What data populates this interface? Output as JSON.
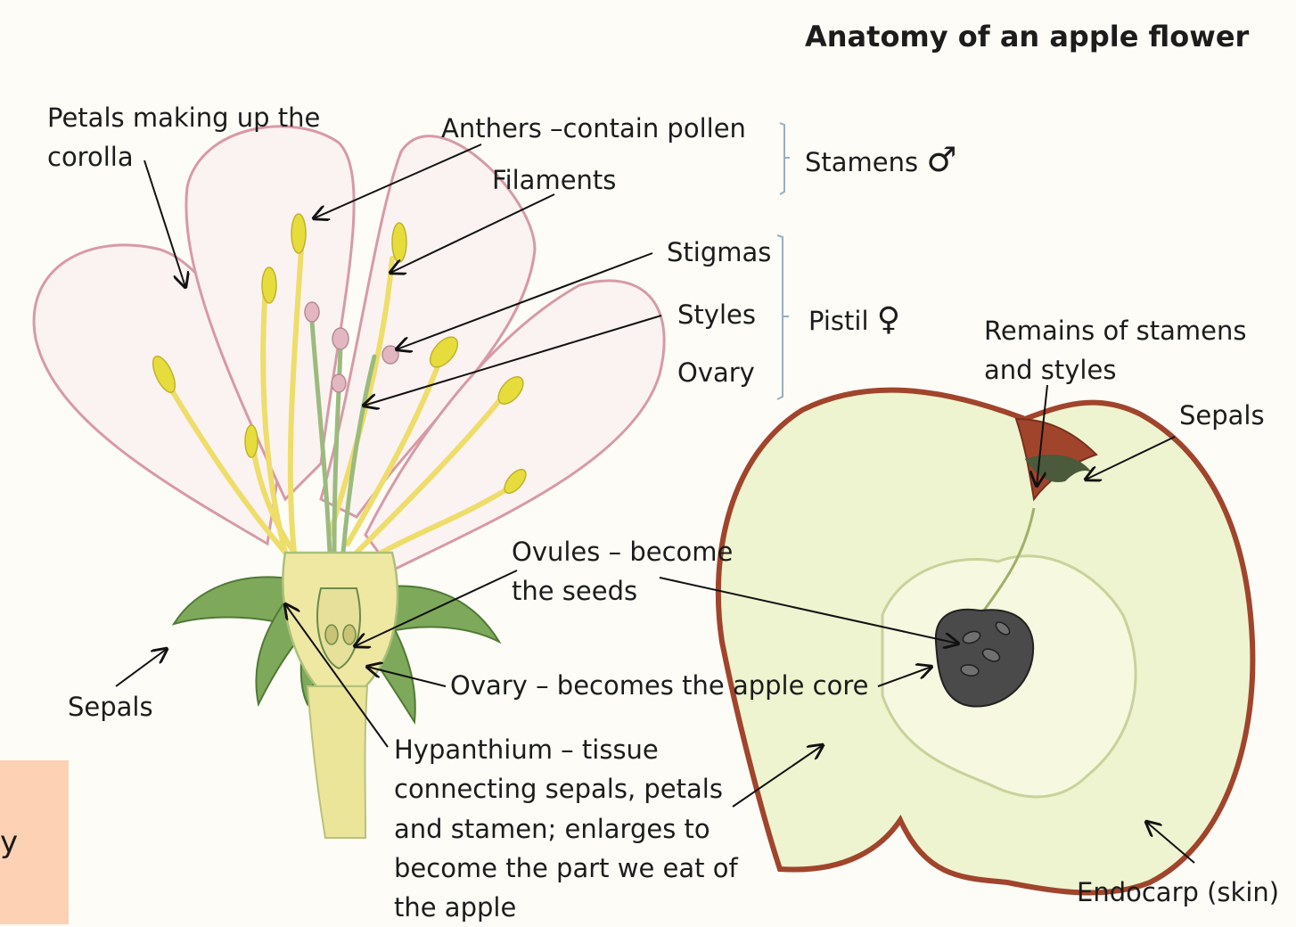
{
  "title": "Anatomy of an apple flower",
  "labels": {
    "petals_1": "Petals making up the",
    "petals_2": "corolla",
    "anthers": "Anthers –contain pollen",
    "filaments": "Filaments",
    "stamens": "Stamens",
    "stamens_symbol": "♂",
    "stigmas": "Stigmas",
    "styles": "Styles",
    "ovary": "Ovary",
    "pistil": "Pistil",
    "pistil_symbol": "♀",
    "remains_1": "Remains of stamens",
    "remains_2": "and styles",
    "sepals_right": "Sepals",
    "ovules_1": "Ovules – become",
    "ovules_2": "the seeds",
    "sepals_left": "Sepals",
    "ovary_core": "Ovary – becomes the apple core",
    "hyp_1": "Hypanthium – tissue",
    "hyp_2": "connecting sepals, petals",
    "hyp_3": "and stamen; enlarges to",
    "hyp_4": "become the part we eat of",
    "hyp_5": "the apple",
    "endocarp": "Endocarp (skin)"
  },
  "note_box": {
    "text": "y"
  },
  "colors": {
    "petal_outline": "#d79aa6",
    "petal_fill": "#fbf3f2",
    "anther": "#e6dc3c",
    "sepal": "#6f9c4a",
    "apple_skin": "#a1442c",
    "apple_flesh": "#eef4cf",
    "core": "#3c3c3c",
    "note_box": "#fdd1b3"
  }
}
